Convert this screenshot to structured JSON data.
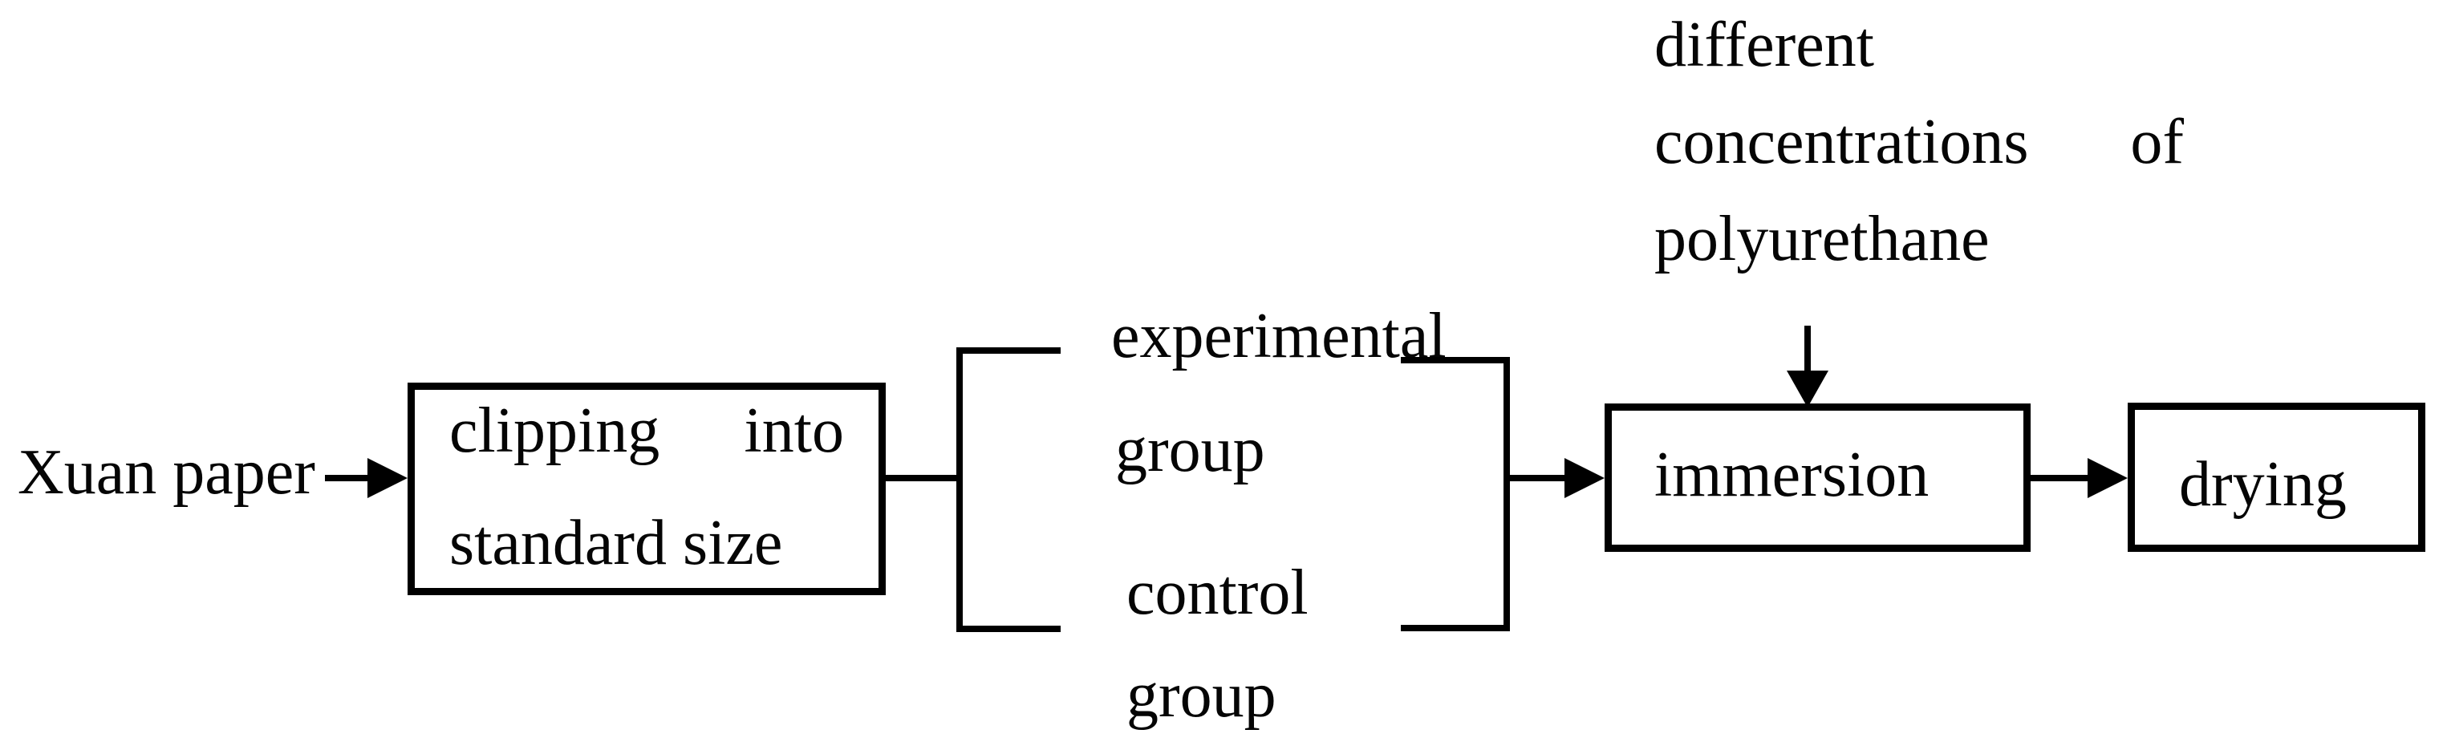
{
  "diagram": {
    "type": "flowchart",
    "background": "#ffffff",
    "ink": "#000000",
    "nodes": {
      "source": {
        "label": "Xuan paper"
      },
      "clipping": {
        "label": "clipping into standard size"
      },
      "experimental_group": {
        "line1": "experimental",
        "line2": "group"
      },
      "control_group": {
        "line1": "control",
        "line2": "group"
      },
      "immersion": {
        "label": "immersion"
      },
      "drying": {
        "label": "drying"
      }
    },
    "annotation": {
      "label": "different concentrations of polyurethane"
    },
    "edges": [
      {
        "from": "Xuan paper",
        "to": "clipping into standard size",
        "type": "arrow"
      },
      {
        "from": "clipping into standard size",
        "to": "experimental group / control group",
        "type": "bracket-branch"
      },
      {
        "from": "experimental group / control group",
        "to": "immersion",
        "type": "arrow"
      },
      {
        "from": "different concentrations of polyurethane",
        "to": "immersion",
        "type": "arrow-down"
      },
      {
        "from": "immersion",
        "to": "drying",
        "type": "arrow"
      }
    ]
  }
}
